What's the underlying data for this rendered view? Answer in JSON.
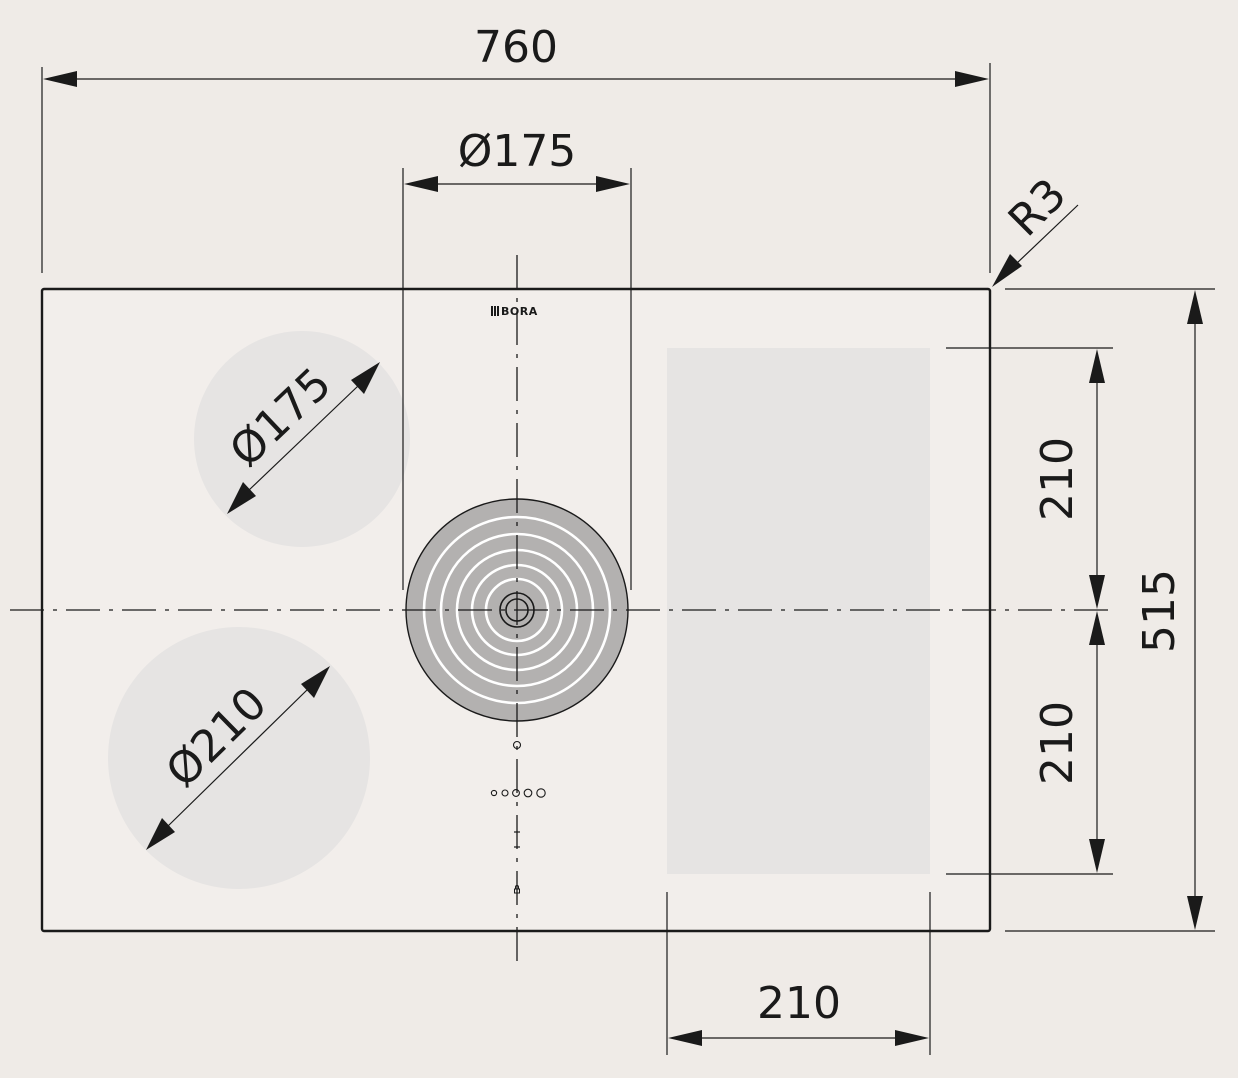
{
  "dimensions": {
    "overall_width": "760",
    "vent_diameter": "Ø175",
    "corner_radius": "R3",
    "zone_top_left_diameter": "Ø175",
    "zone_bottom_left_diameter": "Ø210",
    "right_zone_upper_height": "210",
    "right_zone_lower_height": "210",
    "overall_depth": "515",
    "right_zone_width": "210"
  },
  "brand": {
    "logo_text": "BORA"
  },
  "colors": {
    "background": "#efebe7",
    "cooktop": "#f2eeeb",
    "zone_fill": "#e6e4e3",
    "vent_fill": "#b3b1b0",
    "line": "#1a1a1a"
  },
  "icons": [
    "brand-logo",
    "power-icon",
    "fan-level-icons",
    "slider-icons",
    "lock-icon"
  ]
}
